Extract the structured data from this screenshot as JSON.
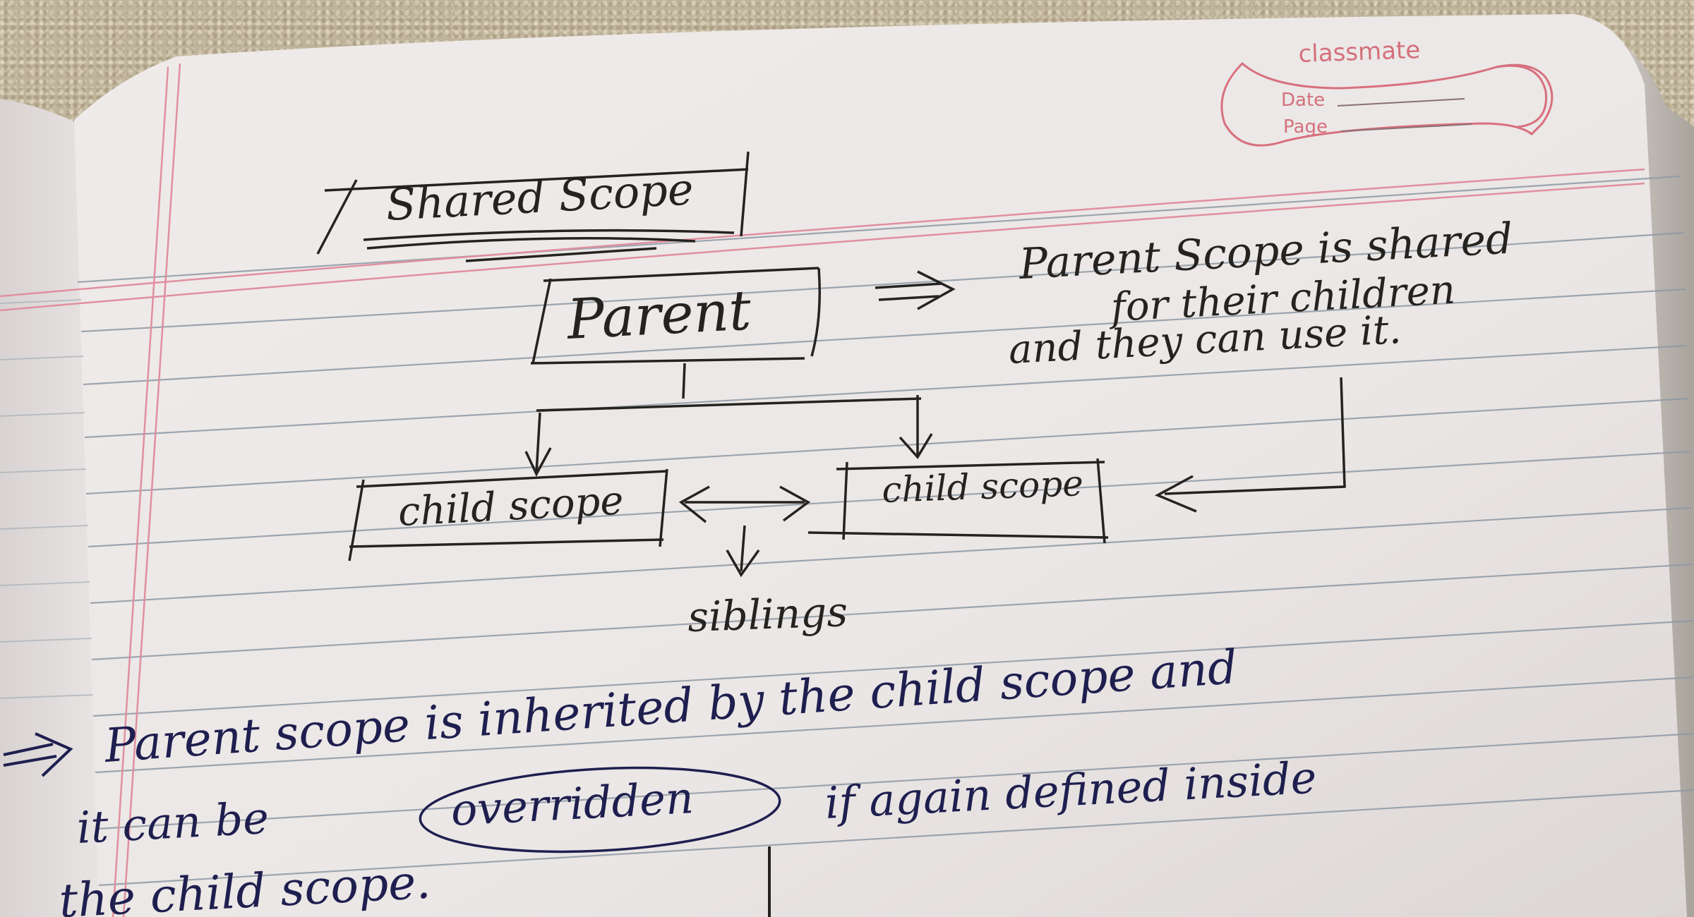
{
  "brand": {
    "name": "classmate",
    "date_label": "Date",
    "page_label": "Page"
  },
  "heading": "Shared Scope",
  "diagram": {
    "parent": "Parent",
    "child_left": "child scope",
    "child_right": "child scope",
    "siblings": "siblings"
  },
  "note_top": {
    "line1": "Parent Scope is shared",
    "line2": "for their children",
    "line3": "and they can use it."
  },
  "note_bottom": {
    "line1": "Parent scope is inherited by the child scope and",
    "line2_a": "it can be",
    "line2_circled": "overridden",
    "line2_b": "if again defined inside",
    "line3": "the child scope."
  },
  "colors": {
    "ink_black": "#25231f",
    "ink_blue": "#1e1f4f",
    "margin_red": "#d98a98",
    "rule_line": "#8e9aa6",
    "paper": "#eeeae8"
  }
}
